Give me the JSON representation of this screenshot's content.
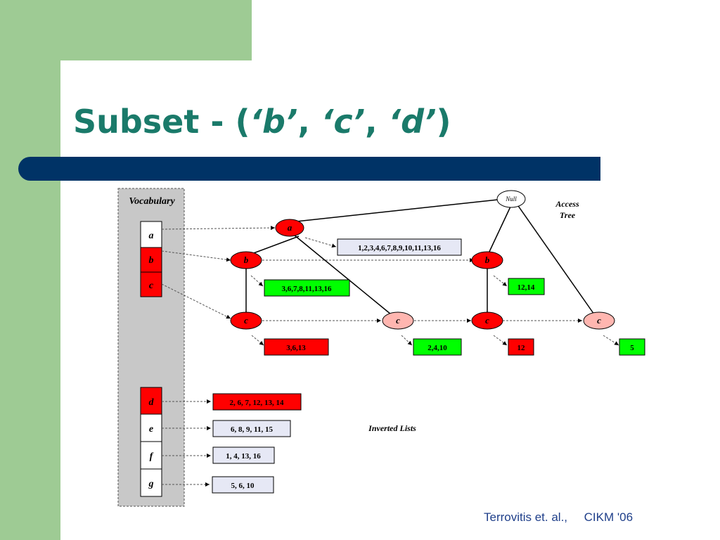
{
  "slide": {
    "title_prefix": "Subset - (",
    "title_q1": "‘b’",
    "title_sep1": ", ",
    "title_q2": "‘c’",
    "title_sep2": ", ",
    "title_q3": "‘d’",
    "title_suffix": ")",
    "footer": "Terrovitis et. al.,     CIKM '06"
  },
  "colors": {
    "green_background": "#9ecb94",
    "title_teal": "#1a7a6a",
    "navy_bar": "#003366",
    "red": "#ff0000",
    "pink": "#ffb6b0",
    "list_green": "#00ff00",
    "list_lavender": "#e6e8f5",
    "vocab_panel": "#c8c8c8"
  },
  "diagram": {
    "vocabulary_label": "Vocabulary",
    "vocabulary": [
      {
        "term": "a",
        "highlighted": false
      },
      {
        "term": "b",
        "highlighted": true
      },
      {
        "term": "c",
        "highlighted": true
      },
      {
        "term": "d",
        "highlighted": true
      },
      {
        "term": "e",
        "highlighted": false
      },
      {
        "term": "f",
        "highlighted": false
      },
      {
        "term": "g",
        "highlighted": false
      }
    ],
    "access_tree_label_1": "Access",
    "access_tree_label_2": "Tree",
    "inverted_lists_label": "Inverted Lists",
    "root_label": "Null",
    "nodes": {
      "a": "a",
      "b_left": "b",
      "b_right": "b",
      "c1": "c",
      "c2": "c",
      "c3": "c",
      "c4": "c"
    },
    "lists": {
      "a": "1,2,3,4,6,7,8,9,10,11,13,16",
      "b_left": "3,6,7,8,11,13,16",
      "b_right": "12,14",
      "c1": "3,6,13",
      "c2": "2,4,10",
      "c3": "12",
      "c4": "5",
      "d": "2, 6, 7, 12, 13, 14",
      "e": "6, 8, 9, 11, 15",
      "f": "1, 4, 13, 16",
      "g": "5, 6, 10"
    }
  }
}
